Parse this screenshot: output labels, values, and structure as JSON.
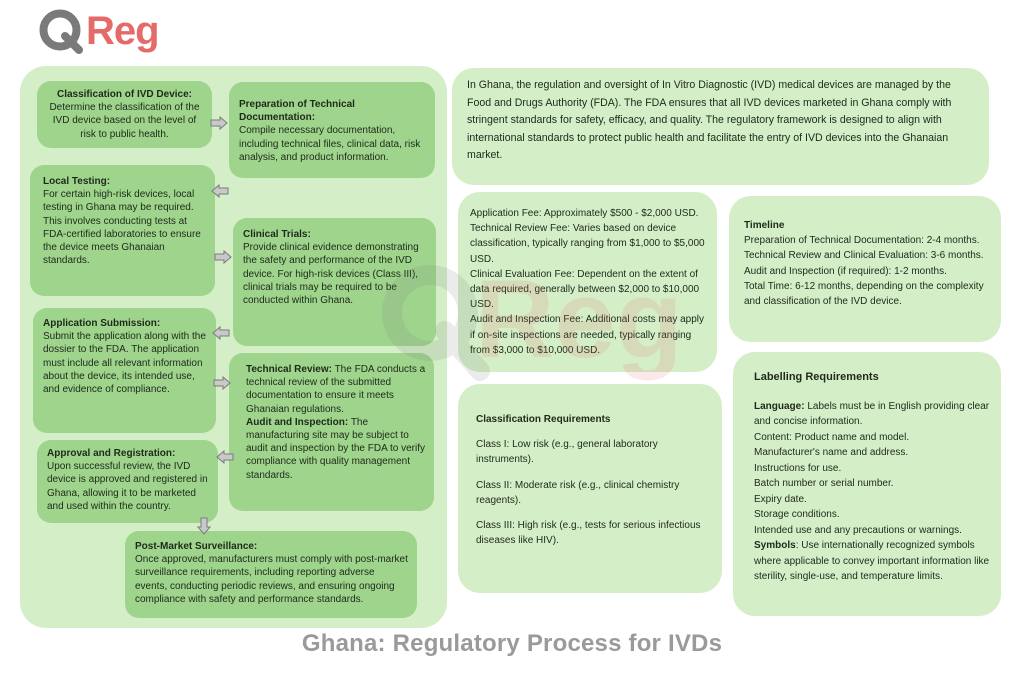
{
  "logo": {
    "brand_letter": "Q",
    "brand_text": "Reg"
  },
  "watermark": {
    "text": "Reg"
  },
  "steps": {
    "classification": {
      "title": "Classification of IVD Device:",
      "body": "Determine the classification of the IVD device based on the level of risk to public health."
    },
    "preparation": {
      "title": "Preparation of Technical Documentation:",
      "body": "Compile necessary documentation, including technical files, clinical data, risk analysis, and product information."
    },
    "local_testing": {
      "title": "Local Testing:",
      "body": "For certain high-risk devices, local testing in Ghana may be required. This involves conducting tests at FDA-certified laboratories to ensure the device meets Ghanaian standards."
    },
    "clinical_trials": {
      "title": "Clinical Trials:",
      "body": "Provide clinical evidence demonstrating the safety and performance of the IVD device. For high-risk devices (Class III), clinical trials may be required to be conducted within Ghana."
    },
    "application": {
      "title": "Application Submission:",
      "body": "Submit the application along with the dossier to the FDA. The application must include all relevant information about the device, its intended use, and evidence of compliance."
    },
    "technical_review": {
      "title": "Technical Review:",
      "body": "The FDA conducts a technical review of the submitted documentation to ensure it meets Ghanaian regulations.",
      "audit_title": "Audit and Inspection:",
      "audit_body": "The manufacturing site may be subject to audit and inspection by the FDA to verify compliance with quality management standards."
    },
    "approval": {
      "title": "Approval and Registration:",
      "body": "Upon successful review, the IVD device is approved and registered in Ghana, allowing it to be marketed and used within the country."
    },
    "post_market": {
      "title": "Post-Market Surveillance:",
      "body": "Once approved, manufacturers must comply with post-market surveillance requirements, including reporting adverse events, conducting periodic reviews, and ensuring ongoing compliance with safety and performance standards."
    }
  },
  "intro": "In Ghana, the regulation and oversight of In Vitro Diagnostic (IVD) medical devices are managed by the Food and Drugs Authority (FDA). The FDA ensures that all IVD devices marketed in Ghana comply with stringent standards for safety, efficacy, and quality. The regulatory framework is designed to align with international standards to protect public health and facilitate the entry of IVD devices into the Ghanaian market.",
  "fees": [
    "Application Fee: Approximately $500 - $2,000 USD.",
    "Technical Review Fee: Varies based on device classification, typically ranging from $1,000 to $5,000 USD.",
    "Clinical Evaluation Fee: Dependent on the extent of data required, generally between $2,000 to $10,000 USD.",
    "Audit and Inspection Fee: Additional costs may apply if on-site inspections are needed, typically ranging from $3,000 to $10,000 USD."
  ],
  "timeline": {
    "title": "Timeline",
    "items": [
      "Preparation of Technical Documentation: 2-4 months.",
      "Technical Review and Clinical Evaluation: 3-6 months.",
      "Audit and Inspection (if required): 1-2 months.",
      "Total Time: 6-12 months, depending on the complexity and classification of the IVD device."
    ]
  },
  "classification_requirements": {
    "title": "Classification Requirements",
    "items": [
      "Class I: Low risk (e.g., general laboratory instruments).",
      "Class II: Moderate risk (e.g., clinical chemistry reagents).",
      "Class III: High risk (e.g., tests for serious infectious diseases like HIV)."
    ]
  },
  "labelling": {
    "title": "Labelling Requirements",
    "language_label": "Language:",
    "language_text": "Labels must be in English providing clear and concise information.",
    "items": [
      "Content: Product name and model.",
      "Manufacturer's name and address.",
      "Instructions for use.",
      "Batch number or serial number.",
      "Expiry date.",
      "Storage conditions.",
      "Intended use and any precautions or warnings."
    ],
    "symbols_label": "Symbols",
    "symbols_text": ": Use internationally recognized symbols where applicable to convey important information like sterility, single-use, and temperature limits."
  },
  "title": "Ghana: Regulatory Process for IVDs",
  "icons": {
    "arrow": "block-arrow-icon"
  },
  "colors": {
    "panel": "#d4eec7",
    "step": "#9fd48c",
    "brand_red": "#e56a6a",
    "brand_gray": "#7a7a7a",
    "caption": "#9a9a9a"
  }
}
